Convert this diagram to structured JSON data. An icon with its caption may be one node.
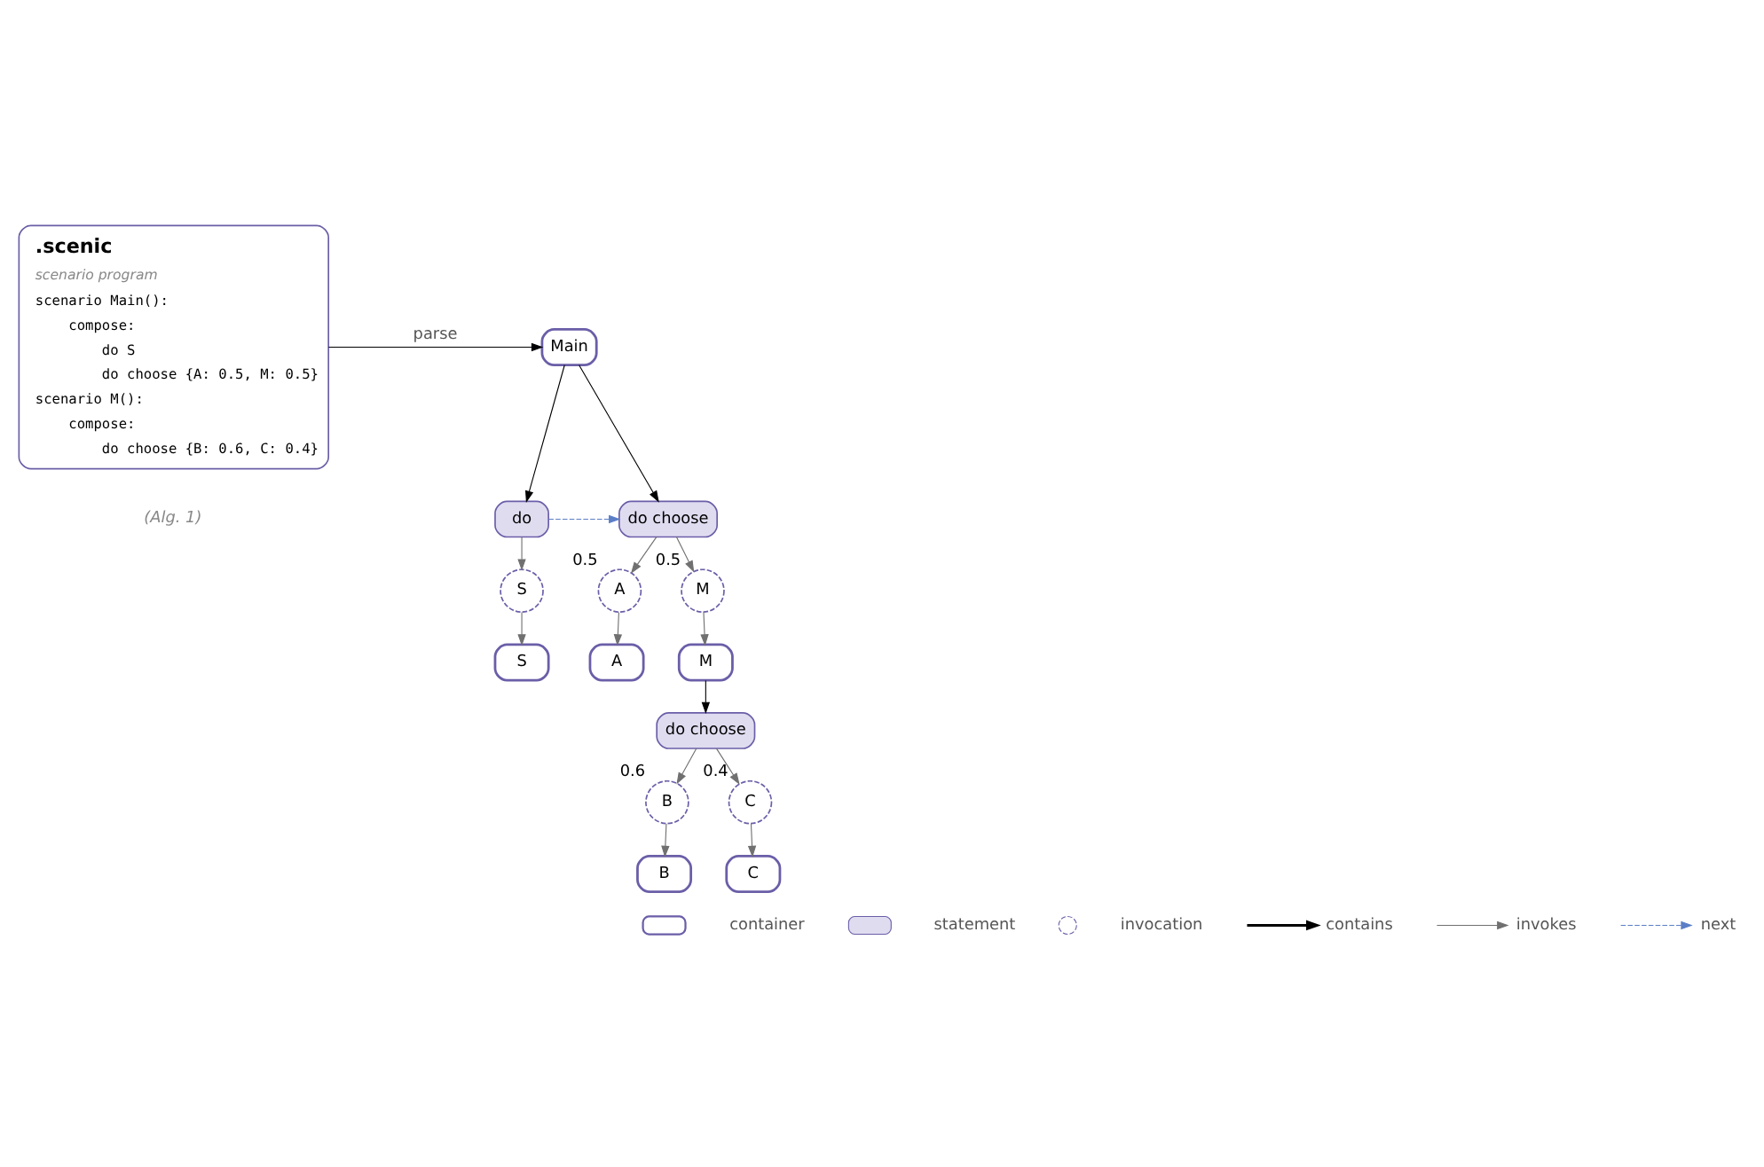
{
  "diagram": {
    "nodes": [
      {
        "text": [
          ".scenic",
          "scenario program",
          "scenario Main():",
          "compose:",
          "do S",
          "do choose {A: 0.5, M: 0.5}",
          "scenario M():",
          "compose:",
          "do choose {B: 0.6, C: 0.4}"
        ]
      },
      {
        "text": [
          "Main"
        ]
      },
      {
        "text": [
          "do"
        ]
      },
      {
        "text": [
          "do choose"
        ]
      },
      {
        "text": [
          "S"
        ]
      },
      {
        "text": [
          "A"
        ],
        "beside": [
          "0.5"
        ]
      },
      {
        "text": [
          "M"
        ],
        "beside": [
          "0.5"
        ]
      },
      {
        "text": [
          "S"
        ]
      },
      {
        "text": [
          "A"
        ]
      },
      {
        "text": [
          "M"
        ]
      },
      {
        "text": [
          "do choose"
        ]
      },
      {
        "text": [
          "B"
        ],
        "beside": [
          "0.6"
        ]
      },
      {
        "text": [
          "C"
        ],
        "beside": [
          "0.4"
        ]
      },
      {
        "text": [
          "B"
        ]
      },
      {
        "text": [
          "C"
        ]
      }
    ],
    "edges": [
      {
        "from": 0,
        "to": 1,
        "arrow": "to",
        "label": "parse",
        "color": "#000000"
      },
      {
        "from": 1,
        "to": 2,
        "arrow": "to",
        "color": "#000000"
      },
      {
        "from": 1,
        "to": 3,
        "arrow": "to",
        "color": "#000000"
      },
      {
        "from": 2,
        "to": 3,
        "arrow": "to",
        "style": "dashed",
        "color": "#5b7ec6"
      },
      {
        "from": 2,
        "to": 4,
        "arrow": "to"
      },
      {
        "from": 3,
        "to": 5,
        "arrow": "to"
      },
      {
        "from": 3,
        "to": 6,
        "arrow": "to"
      },
      {
        "from": 4,
        "to": 7,
        "arrow": "to"
      },
      {
        "from": 5,
        "to": 8,
        "arrow": "to"
      },
      {
        "from": 6,
        "to": 9,
        "arrow": "to"
      },
      {
        "from": 9,
        "to": 10,
        "arrow": "to",
        "color": "#000000"
      },
      {
        "from": 10,
        "to": 11,
        "arrow": "to"
      },
      {
        "from": 10,
        "to": 12,
        "arrow": "to"
      },
      {
        "from": 11,
        "to": 13,
        "arrow": "to"
      },
      {
        "from": 12,
        "to": 14,
        "arrow": "to"
      }
    ],
    "labels": [
      "(Alg. 1)"
    ],
    "legend": [
      {
        "text": "container"
      },
      {
        "text": "statement",
        "color": "#e0dcf0"
      },
      {
        "text": "invocation"
      },
      {
        "text": "contains"
      },
      {
        "text": "invokes"
      },
      {
        "text": "next"
      }
    ]
  }
}
